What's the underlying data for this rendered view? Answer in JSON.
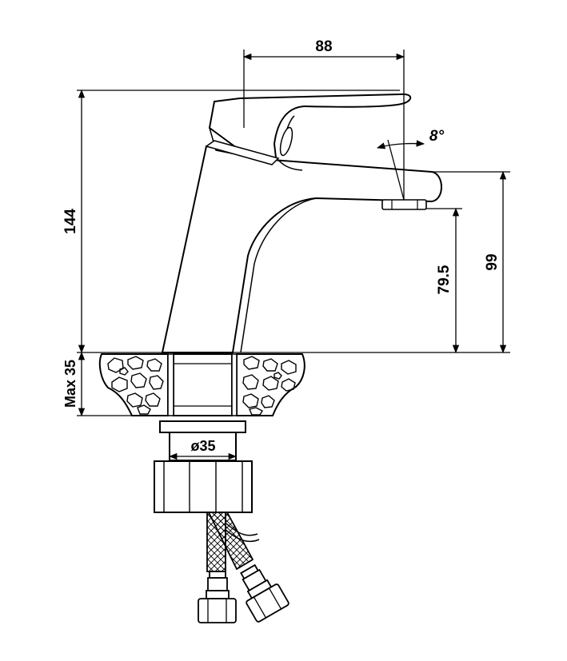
{
  "dimensions": {
    "width_top": "88",
    "angle": "8°",
    "height_total": "144",
    "spout_height": "99",
    "clearance": "79.5",
    "max_counter_thickness": "Max 35",
    "thread_diameter": "ø35"
  },
  "colors": {
    "line": "#000000",
    "background": "#ffffff"
  }
}
